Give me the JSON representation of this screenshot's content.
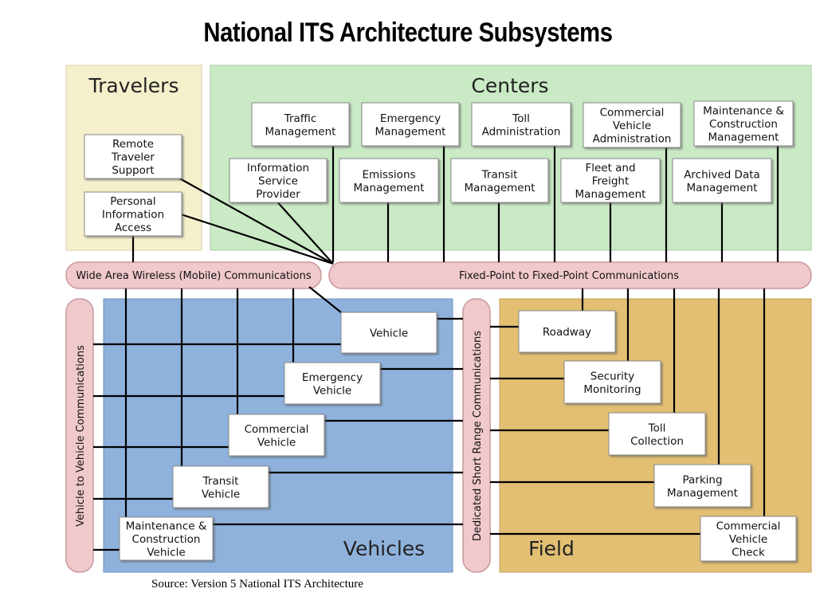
{
  "title": "National ITS Architecture Subsystems",
  "source": "Source: Version 5 National ITS Architecture",
  "groups": {
    "travelers": "Travelers",
    "centers": "Centers",
    "vehicles": "Vehicles",
    "field": "Field"
  },
  "communications": {
    "wide_area": "Wide Area Wireless (Mobile) Communications",
    "fixed_point": "Fixed-Point to Fixed-Point Communications",
    "vehicle_to_vehicle": "Vehicle to Vehicle Communications",
    "dsrc": "Dedicated Short Range Communications"
  },
  "travelers": {
    "remote_traveler_support": [
      "Remote",
      "Traveler",
      "Support"
    ],
    "personal_information_access": [
      "Personal",
      "Information",
      "Access"
    ]
  },
  "centers": {
    "traffic_management": [
      "Traffic",
      "Management"
    ],
    "emergency_management": [
      "Emergency",
      "Management"
    ],
    "toll_administration": [
      "Toll",
      "Administration"
    ],
    "commercial_vehicle_administration": [
      "Commercial",
      "Vehicle",
      "Administration"
    ],
    "maintenance_construction_management": [
      "Maintenance &",
      "Construction",
      "Management"
    ],
    "information_service_provider": [
      "Information",
      "Service",
      "Provider"
    ],
    "emissions_management": [
      "Emissions",
      "Management"
    ],
    "transit_management": [
      "Transit",
      "Management"
    ],
    "fleet_freight_management": [
      "Fleet and",
      "Freight",
      "Management"
    ],
    "archived_data_management": [
      "Archived Data",
      "Management"
    ]
  },
  "vehicles": {
    "vehicle": [
      "Vehicle"
    ],
    "emergency_vehicle": [
      "Emergency",
      "Vehicle"
    ],
    "commercial_vehicle": [
      "Commercial",
      "Vehicle"
    ],
    "transit_vehicle": [
      "Transit",
      "Vehicle"
    ],
    "maintenance_construction_vehicle": [
      "Maintenance &",
      "Construction",
      "Vehicle"
    ]
  },
  "field": {
    "roadway": [
      "Roadway"
    ],
    "security_monitoring": [
      "Security",
      "Monitoring"
    ],
    "toll_collection": [
      "Toll",
      "Collection"
    ],
    "parking_management": [
      "Parking",
      "Management"
    ],
    "commercial_vehicle_check": [
      "Commercial",
      "Vehicle",
      "Check"
    ]
  },
  "colors": {
    "travelers_bg": "#f5f0cc",
    "centers_bg": "#c9eac4",
    "vehicles_bg": "#8fb2dc",
    "field_bg": "#e2bf73",
    "bus_fill": "#f0c9cc",
    "bus_stroke": "#c9989c",
    "box_fill": "#ffffff",
    "line": "#000000"
  }
}
